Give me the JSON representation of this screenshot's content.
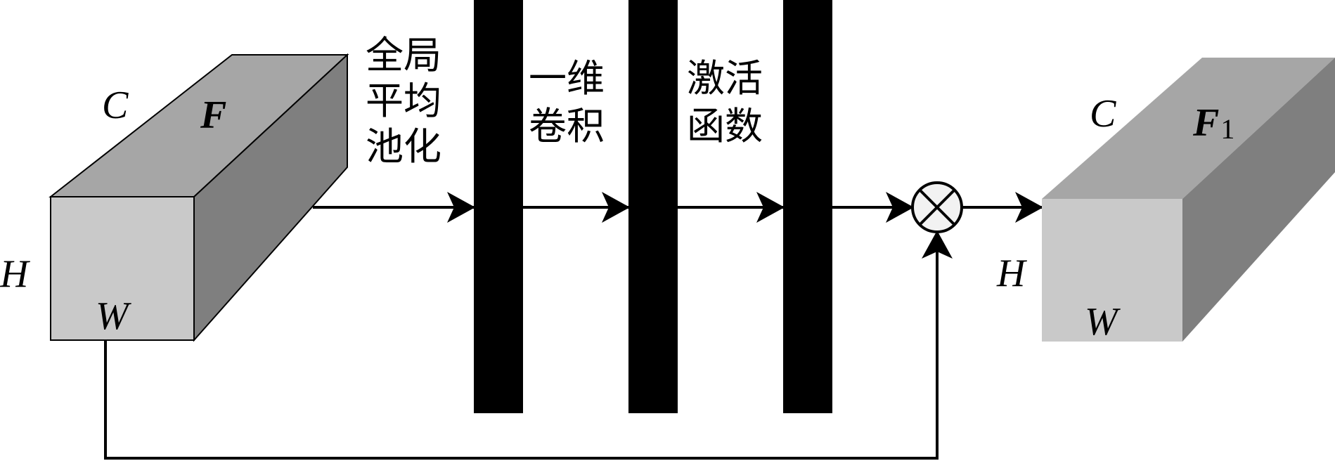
{
  "left_block": {
    "labels": {
      "c": "C",
      "f": "F",
      "h": "H",
      "w": "W"
    },
    "colors": {
      "front": "#c9c9c9",
      "top": "#a6a6a6",
      "side": "#7f7f7f"
    }
  },
  "stages": {
    "gap": {
      "line1": "全局",
      "line2": "平均",
      "line3": "池化"
    },
    "conv1d": {
      "line1": "一维",
      "line2": "卷积"
    },
    "activation": {
      "line1": "激活",
      "line2": "函数"
    }
  },
  "right_block": {
    "labels": {
      "c": "C",
      "f": "F",
      "f_sub": "1",
      "h": "H",
      "w": "W"
    },
    "colors": {
      "front": "#c9c9c9",
      "top": "#a6a6a6",
      "side": "#7f7f7f"
    }
  },
  "multiply_node": {
    "symbol": "multiply-circle",
    "fill": "#f2f2f2"
  },
  "bar_color": "#000000"
}
